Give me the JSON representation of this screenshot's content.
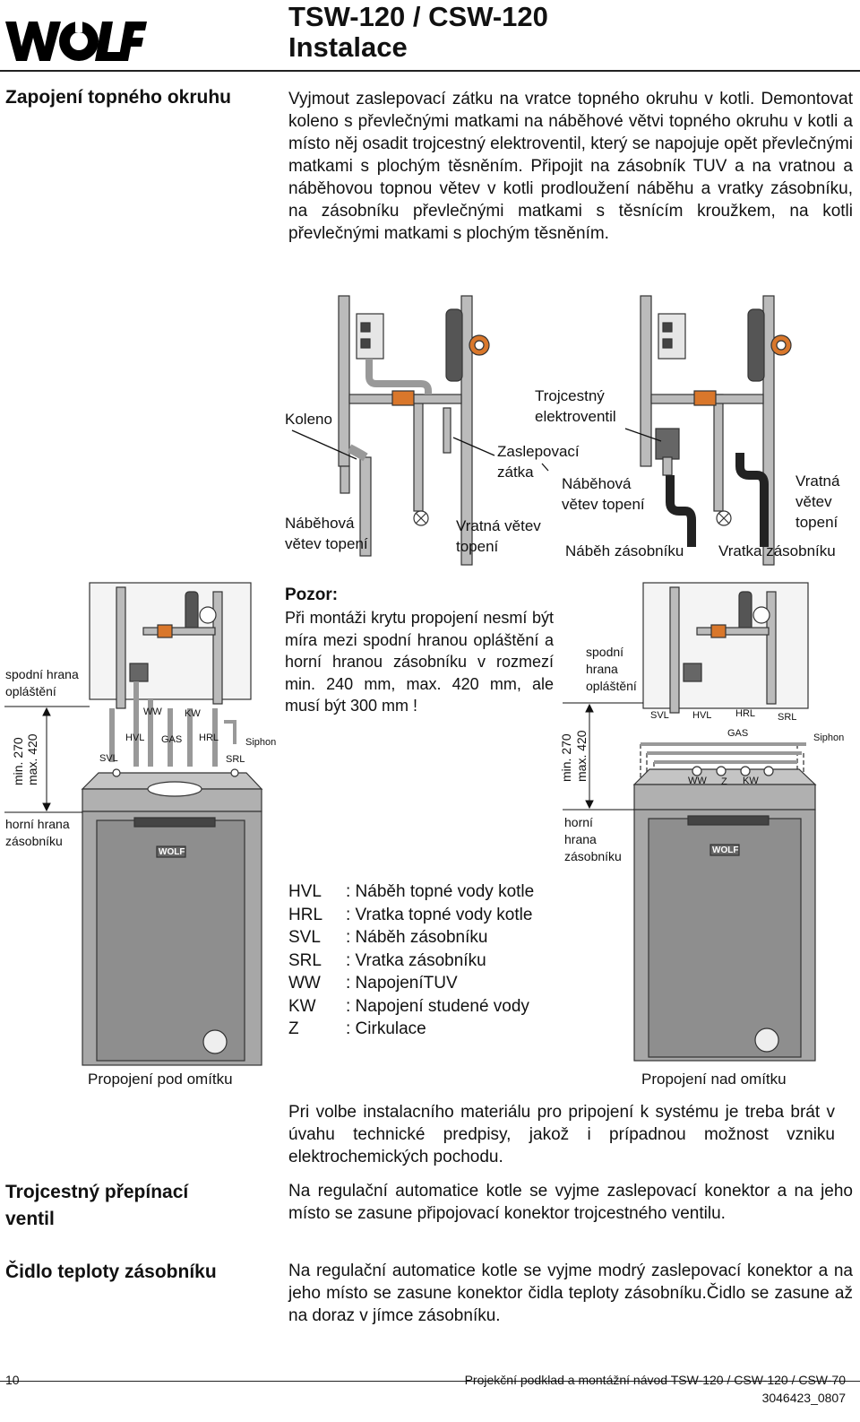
{
  "header": {
    "logo_text": "WOLF",
    "title_line1": "TSW-120 / CSW-120",
    "title_line2": "Instalace"
  },
  "sections": {
    "heating_circuit": {
      "heading": "Zapojení topného okruhu",
      "paragraph": "Vyjmout zaslepovací zátku na vratce topného okruhu v kotli. Demontovat koleno s převlečnými matkami na náběhové větvi topného okruhu v kotli a místo něj osadit trojcestný elektroventil, který se napojuje opět převlečnými matkami s plochým těsněním. Připojit na zásobník TUV a na vratnou a náběhovou topnou větev v kotli prodloužení náběhu a vratky zásobníku, na zásobníku převlečnými matkami s těsnícím kroužkem, na kotli převlečnými matkami s plochým  těsněním."
    },
    "three_way_valve": {
      "heading_line1": "Trojcestný přepínací",
      "heading_line2": "ventil",
      "paragraph": "Na regulační automatice kotle se vyjme zaslepovací konektor a na jeho místo se zasune připojovací konektor trojcestného ventilu."
    },
    "sensor": {
      "heading": "Čidlo teploty zásobníku",
      "paragraph": "Na regulační automatice kotle se vyjme modrý zaslepovací konektor a na jeho místo se zasune konektor čidla teploty zásobníku.Čidlo se zasune až na doraz v jímce zásobníku."
    },
    "material_note": "Pri volbe instalacního materiálu pro pripojení k systému je treba brát v úvahu technické predpisy, jakož i prípadnou možnost vzniku elektrochemických pochodu."
  },
  "top_diagram": {
    "koleno": "Koleno",
    "nabehova_line1": "Náběhová",
    "nabehova_line2": "větev  topení",
    "vratna_line1": "Vratná  větev",
    "vratna_line2": "topení",
    "zaslepovaci_line1": "Zaslepovací",
    "zaslepovaci_line2": "zátka",
    "trojcestny_line1": "Trojcestný",
    "trojcestny_line2": "elektroventil",
    "nabehova2_line1": "Náběhová",
    "nabehova2_line2": "větev  topení",
    "vratna2_line1": "Vratná",
    "vratna2_line2": "větev",
    "vratna2_line3": "topení",
    "nabeh_zasobniku": "Náběh zásobníku",
    "vratka_zasobniku": "Vratka zásobníku"
  },
  "warning": {
    "title": "Pozor:",
    "text": "Při montáži krytu propojení nesmí být míra mezi spodní hranou opláštění a horní hranou zásobníku v rozmezí min. 240 mm, max. 420 mm, ale musí být 300 mm !"
  },
  "left_unit": {
    "spodni_line1": "spodní hrana",
    "spodni_line2": "opláštění",
    "horni_line1": "horní hrana",
    "horni_line2": "zásobníku",
    "dim_min": "min. 270",
    "dim_max": "max. 420",
    "ww": "WW",
    "kw": "KW",
    "hvl": "HVL",
    "gas": "GAS",
    "hrl": "HRL",
    "siphon": "Siphon",
    "svl": "SVL",
    "srl": "SRL",
    "brand": "WOLF",
    "caption": "Propojení pod omítku"
  },
  "right_unit": {
    "spodni_line1": "spodní",
    "spodni_line2": "hrana",
    "spodni_line3": "opláštění",
    "horni_line1": "horní",
    "horni_line2": "hrana",
    "horni_line3": "zásobníku",
    "dim_min": "min. 270",
    "dim_max": "max. 420",
    "svl": "SVL",
    "hvl": "HVL",
    "hrl": "HRL",
    "srl": "SRL",
    "gas": "GAS",
    "siphon": "Siphon",
    "ww": "WW",
    "z": "Z",
    "kw": "KW",
    "brand": "WOLF",
    "caption": "Propojení nad omítku"
  },
  "legend": [
    {
      "key": "HVL",
      "value": ": Náběh topné vody kotle"
    },
    {
      "key": "HRL",
      "value": ": Vratka topné vody kotle"
    },
    {
      "key": "SVL",
      "value": ": Náběh zásobníku"
    },
    {
      "key": "SRL",
      "value": ": Vratka zásobníku"
    },
    {
      "key": "WW",
      "value": ": NapojeníTUV"
    },
    {
      "key": "KW",
      "value": ": Napojení studené vody"
    },
    {
      "key": "Z",
      "value": ": Cirkulace"
    }
  ],
  "footer": {
    "page_number": "10",
    "doc_title": "Projekční podklad a montážní návod TSW-120 / CSW-120 / CSW-70",
    "doc_code": "3046423_0807"
  },
  "colors": {
    "unit_gray": "#a7a7a7",
    "unit_dark": "#7d7d7d",
    "pipe": "#9a9a9a",
    "valve_orange": "#d9772b"
  }
}
